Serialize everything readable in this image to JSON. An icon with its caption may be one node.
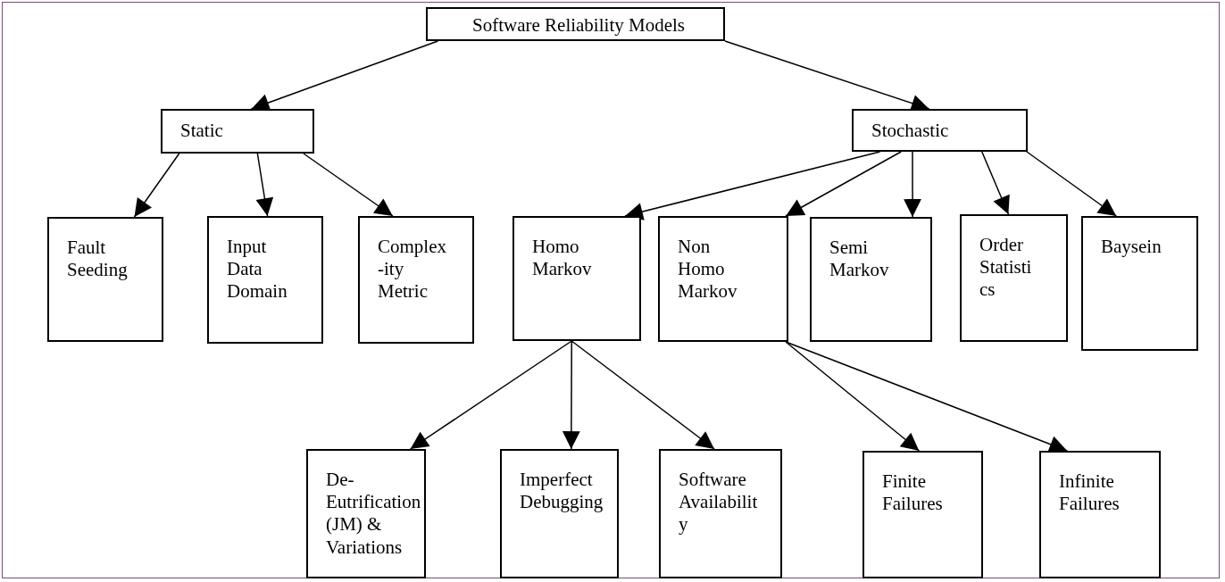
{
  "diagram": {
    "nodes": [
      {
        "text": [
          "Software Reliability Models"
        ]
      },
      {
        "text": [
          "Static"
        ]
      },
      {
        "text": [
          "Stochastic"
        ]
      },
      {
        "text": [
          "Fault Seeding"
        ]
      },
      {
        "text": [
          "Input Data Domain"
        ]
      },
      {
        "text": [
          "Complex -ity Metric"
        ]
      },
      {
        "text": [
          "Homo Markov"
        ]
      },
      {
        "text": [
          "Non Homo Markov"
        ]
      },
      {
        "text": [
          "Semi Markov"
        ]
      },
      {
        "text": [
          "Order Statisti cs"
        ]
      },
      {
        "text": [
          "Baysein"
        ]
      },
      {
        "text": [
          "De- Eutrification (JM) & Variations"
        ]
      },
      {
        "text": [
          "Imperfect Debugging"
        ]
      },
      {
        "text": [
          "Software Availabilit y"
        ]
      },
      {
        "text": [
          "Finite Failures"
        ]
      },
      {
        "text": [
          "Infinite Failures"
        ]
      }
    ],
    "edges": [
      {
        "from": 0,
        "to": 1,
        "arrow": "to"
      },
      {
        "from": 0,
        "to": 2,
        "arrow": "to"
      },
      {
        "from": 1,
        "to": 3,
        "arrow": "to"
      },
      {
        "from": 1,
        "to": 4,
        "arrow": "to"
      },
      {
        "from": 1,
        "to": 5,
        "arrow": "to"
      },
      {
        "from": 2,
        "to": 6,
        "arrow": "to"
      },
      {
        "from": 2,
        "to": 7,
        "arrow": "to"
      },
      {
        "from": 2,
        "to": 8,
        "arrow": "to"
      },
      {
        "from": 2,
        "to": 9,
        "arrow": "to"
      },
      {
        "from": 2,
        "to": 10,
        "arrow": "to"
      },
      {
        "from": 6,
        "to": 11,
        "arrow": "to"
      },
      {
        "from": 6,
        "to": 12,
        "arrow": "to"
      },
      {
        "from": 6,
        "to": 13,
        "arrow": "to"
      },
      {
        "from": 7,
        "to": 14,
        "arrow": "to"
      },
      {
        "from": 7,
        "to": 15,
        "arrow": "to"
      }
    ]
  }
}
